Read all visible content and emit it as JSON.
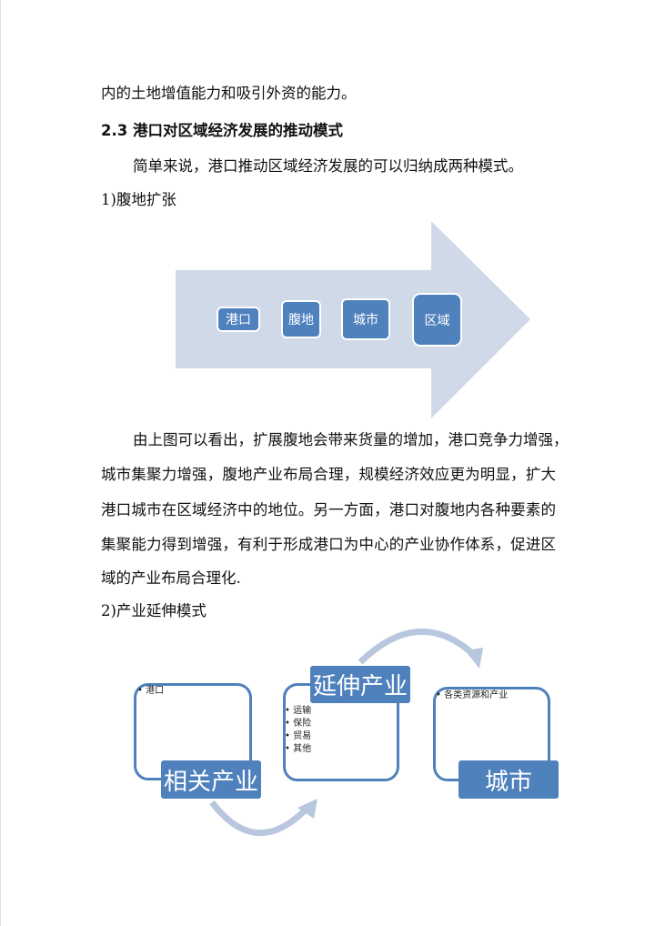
{
  "lines": {
    "l1": "内的土地增值能力和吸引外资的能力。",
    "heading": "2.3 港口对区域经济发展的推动模式",
    "intro": "简单来说，港口推动区域经济发展的可以归纳成两种模式。",
    "mode1": "1)腹地扩张",
    "p1": "由上图可以看出，扩展腹地会带来货量的增加，港口竞争力增强，",
    "p2": "城市集聚力增强，腹地产业布局合理，规模经济效应更为明显，扩大",
    "p3": "港口城市在区域经济中的地位。另一方面，港口对腹地内各种要素的",
    "p4": "集聚能力得到增强，有利于形成港口为中心的产业协作体系，促进区",
    "p5": "域的产业布局合理化.",
    "mode2": "2)产业延伸模式"
  },
  "diagram1": {
    "steps": [
      "港口",
      "腹地",
      "城市",
      "区域"
    ]
  },
  "diagram2": {
    "groups": [
      {
        "title": "相关产业",
        "items": [
          "港口"
        ]
      },
      {
        "title": "延伸产业",
        "items": [
          "运输",
          "保险",
          "贸易",
          "其他"
        ]
      },
      {
        "title": "城市",
        "items": [
          "各类资源和产业"
        ]
      }
    ]
  },
  "colors": {
    "accent": "#4f81bd",
    "arrow": "#cfd9e8"
  }
}
